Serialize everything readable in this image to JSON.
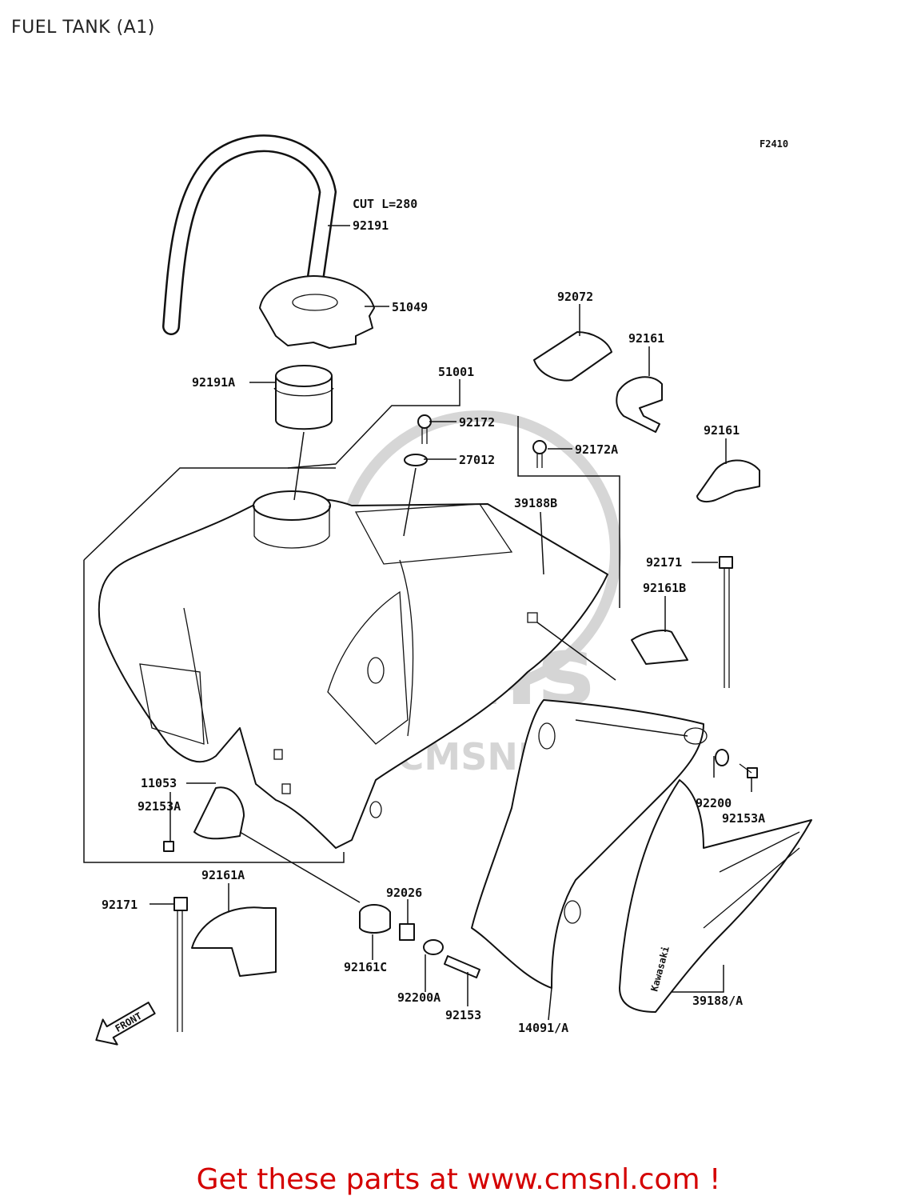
{
  "title": "FUEL TANK (A1)",
  "figure_code": "F2410",
  "cut_note": "CUT L=280",
  "watermark": {
    "url": "WWW.CMSNL.COM",
    "logo": "cms"
  },
  "decal_text": "Kawasaki",
  "front_label": "FRONT",
  "parts": [
    {
      "id": "p-92191",
      "label": "92191"
    },
    {
      "id": "p-51049",
      "label": "51049"
    },
    {
      "id": "p-92191a",
      "label": "92191A"
    },
    {
      "id": "p-51001",
      "label": "51001"
    },
    {
      "id": "p-92172",
      "label": "92172"
    },
    {
      "id": "p-27012",
      "label": "27012"
    },
    {
      "id": "p-92172a",
      "label": "92172A"
    },
    {
      "id": "p-39188b",
      "label": "39188B"
    },
    {
      "id": "p-92072",
      "label": "92072"
    },
    {
      "id": "p-92161-top",
      "label": "92161"
    },
    {
      "id": "p-92161-mid",
      "label": "92161"
    },
    {
      "id": "p-92171-right",
      "label": "92171"
    },
    {
      "id": "p-92161b",
      "label": "92161B"
    },
    {
      "id": "p-11053",
      "label": "11053"
    },
    {
      "id": "p-92153a-left",
      "label": "92153A"
    },
    {
      "id": "p-92200",
      "label": "92200"
    },
    {
      "id": "p-92153a-right",
      "label": "92153A"
    },
    {
      "id": "p-92161a",
      "label": "92161A"
    },
    {
      "id": "p-92171-left",
      "label": "92171"
    },
    {
      "id": "p-92026",
      "label": "92026"
    },
    {
      "id": "p-92161c",
      "label": "92161C"
    },
    {
      "id": "p-92200a",
      "label": "92200A"
    },
    {
      "id": "p-92153",
      "label": "92153"
    },
    {
      "id": "p-14091a",
      "label": "14091/A"
    },
    {
      "id": "p-39188a",
      "label": "39188/A"
    }
  ],
  "footer": {
    "cta": "Get these parts at www.cmsnl.com !",
    "cta_color": "#d40000"
  }
}
